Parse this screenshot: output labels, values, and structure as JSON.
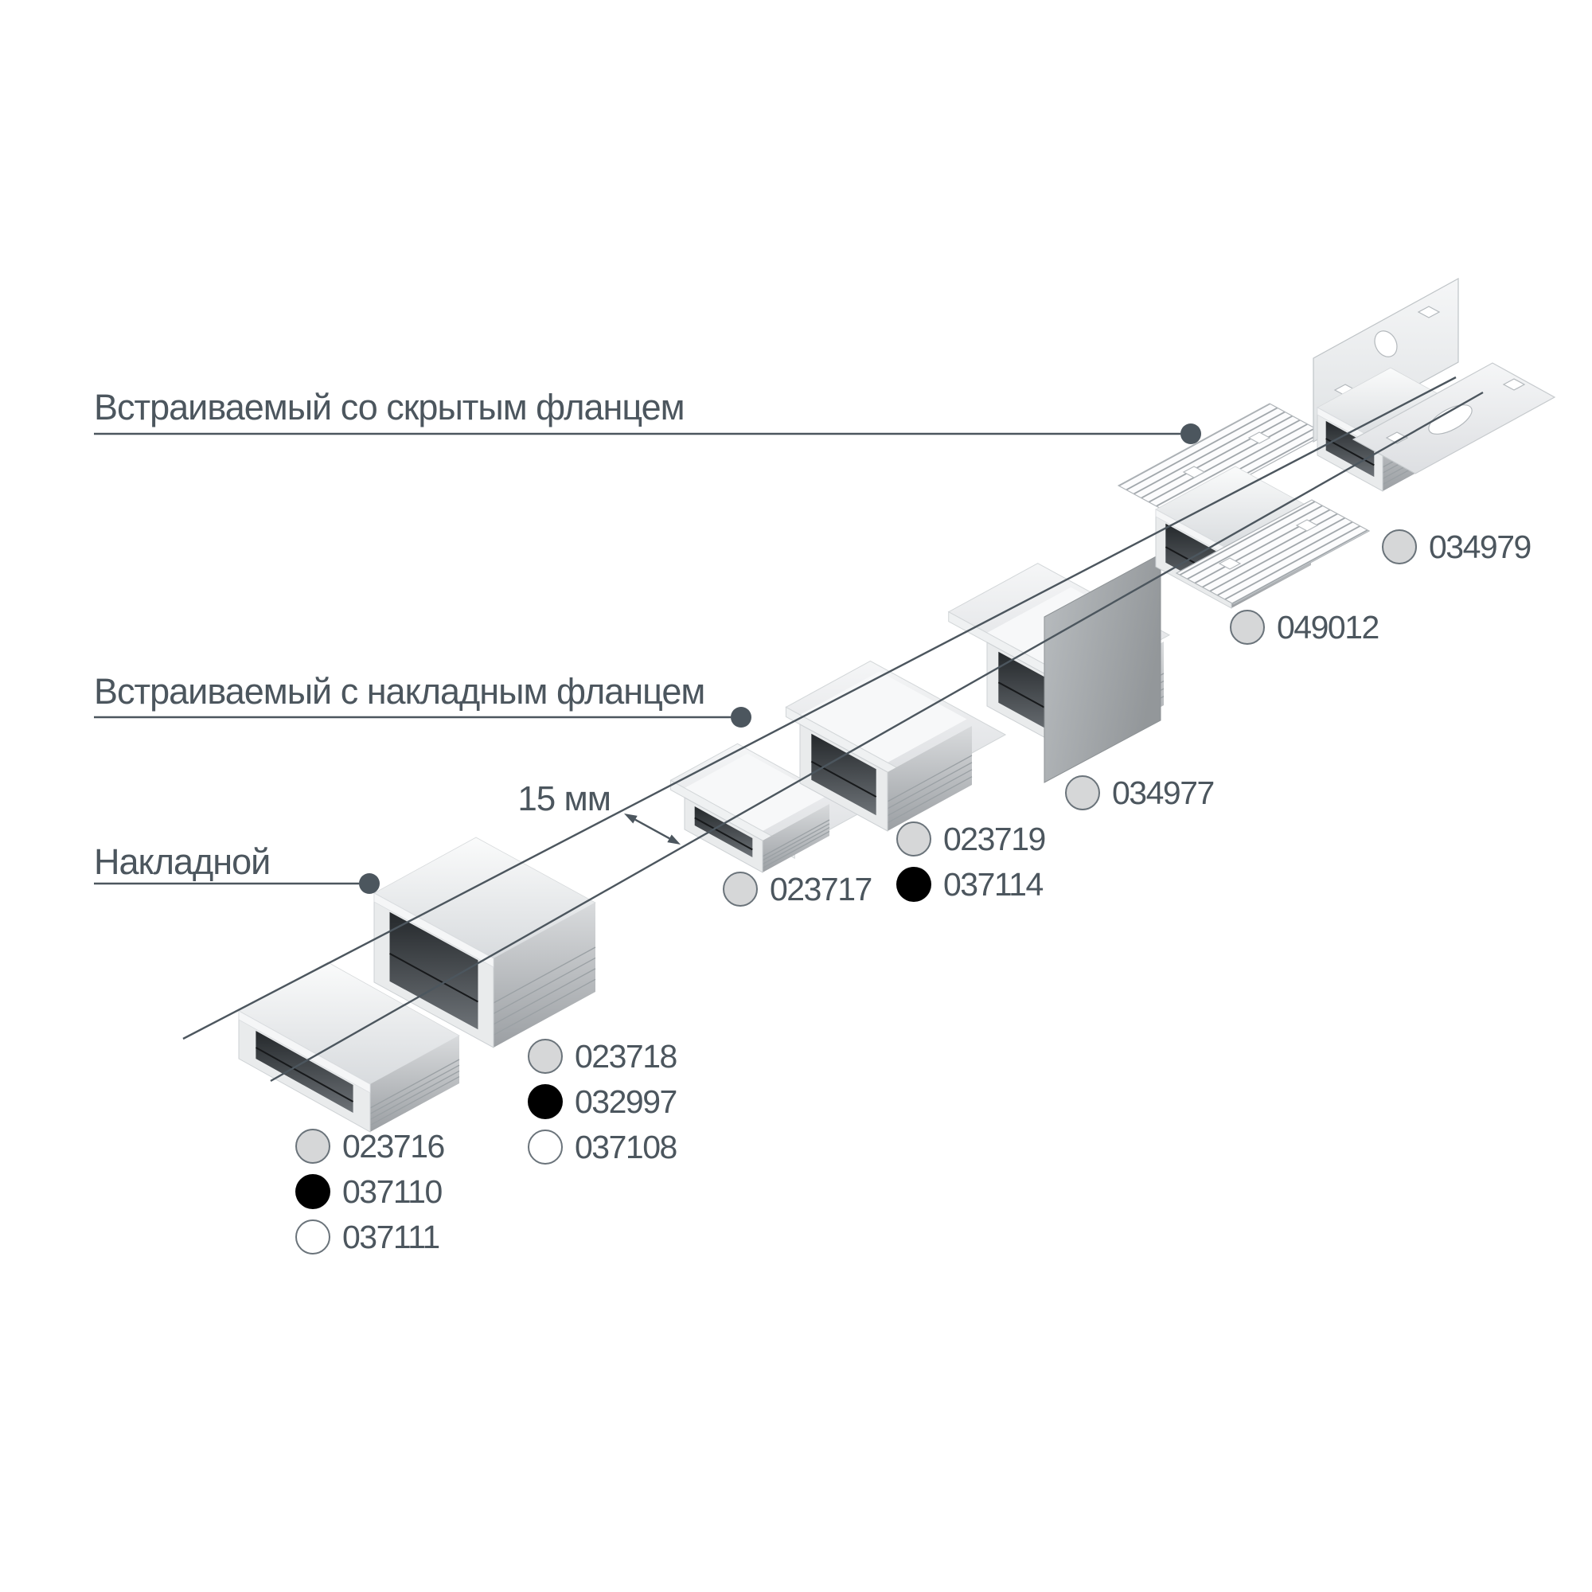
{
  "sections": [
    {
      "label": "Встраиваемый со скрытым фланцем"
    },
    {
      "label": "Встраиваемый с накладным фланцем"
    },
    {
      "label": "Накладной"
    }
  ],
  "dimension": {
    "label": "15 мм"
  },
  "accent_color": "#4c565e",
  "finish_colors": {
    "silver": "#d6d7d8",
    "black": "#000000",
    "white": "#ffffff"
  },
  "products": [
    {
      "mount": "Накладной",
      "variants": [
        {
          "code": "023716",
          "finish": "silver"
        },
        {
          "code": "037110",
          "finish": "black"
        },
        {
          "code": "037111",
          "finish": "white"
        }
      ]
    },
    {
      "mount": "Накладной",
      "variants": [
        {
          "code": "023718",
          "finish": "silver"
        },
        {
          "code": "032997",
          "finish": "black"
        },
        {
          "code": "037108",
          "finish": "white"
        }
      ]
    },
    {
      "mount": "Встраиваемый с накладным фланцем",
      "variants": [
        {
          "code": "023717",
          "finish": "silver"
        }
      ]
    },
    {
      "mount": "Встраиваемый с накладным фланцем",
      "variants": [
        {
          "code": "023719",
          "finish": "silver"
        },
        {
          "code": "037114",
          "finish": "black"
        }
      ]
    },
    {
      "mount": "Встраиваемый с накладным фланцем",
      "variants": [
        {
          "code": "034977",
          "finish": "silver"
        }
      ]
    },
    {
      "mount": "Встраиваемый со скрытым фланцем",
      "variants": [
        {
          "code": "049012",
          "finish": "silver"
        }
      ]
    },
    {
      "mount": "Встраиваемый со скрытым фланцем",
      "variants": [
        {
          "code": "034979",
          "finish": "silver"
        }
      ]
    }
  ]
}
